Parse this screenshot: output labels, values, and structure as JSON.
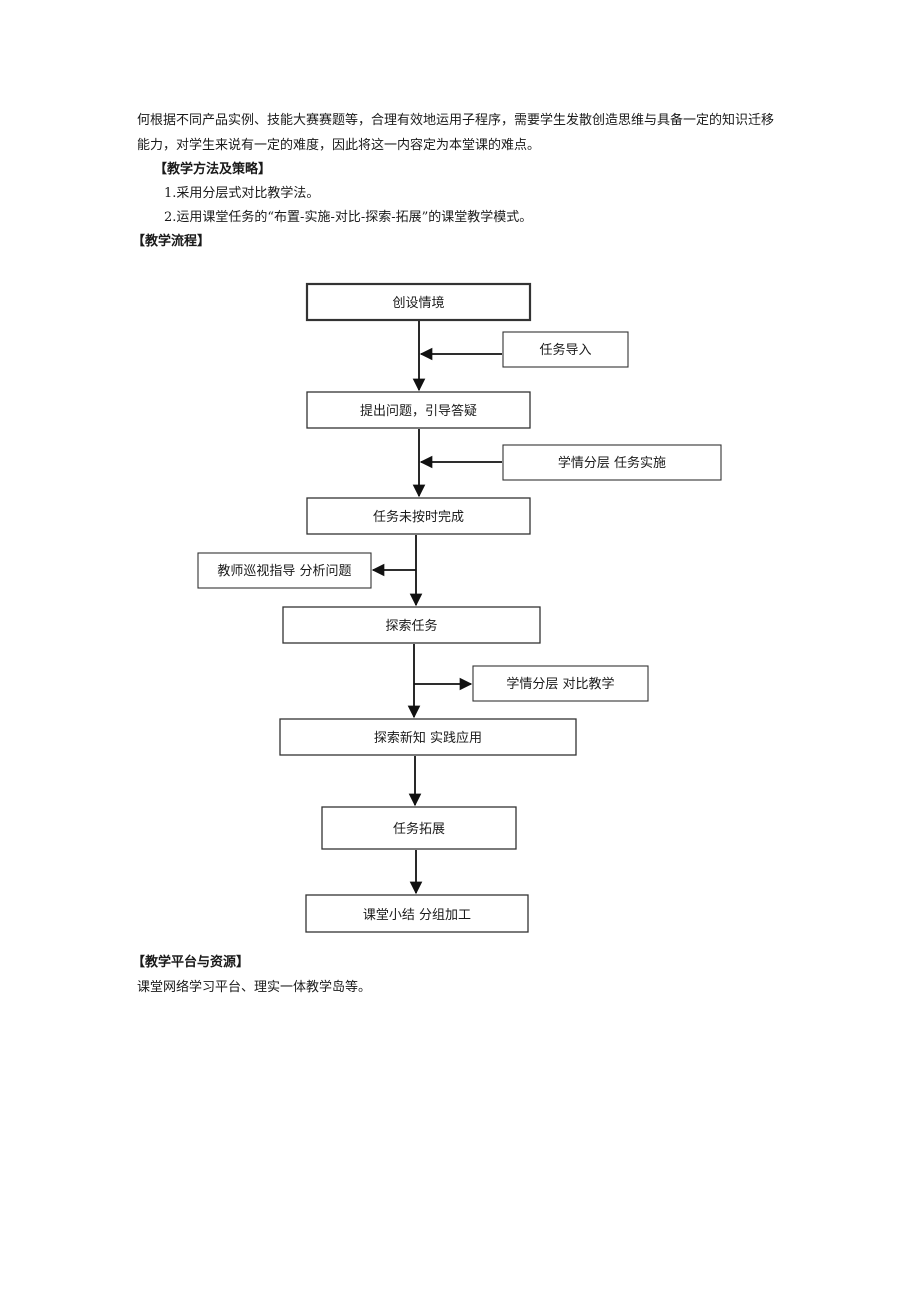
{
  "intro": {
    "line1": "何根据不同产品实例、技能大赛赛题等，合理有效地运用子程序，需要学生发散创造思维与具备一定的知识迁移",
    "line2": "能力，对学生来说有一定的难度，因此将这一内容定为本堂课的难点。"
  },
  "methods": {
    "heading": "【教学方法及策略】",
    "items": [
      "1.采用分层式对比教学法。",
      "2.运用课堂任务的“布置-实施-对比-探索-拓展”的课堂教学模式。"
    ]
  },
  "process": {
    "heading": "【教学流程】",
    "main_steps": [
      "创设情境",
      "提出问题，引导答疑",
      "任务未按时完成",
      "探索任务",
      "探索新知  实践应用",
      "任务拓展",
      "课堂小结  分组加工"
    ],
    "side_notes": [
      "任务导入",
      "学情分层    任务实施",
      "教师巡视指导  分析问题",
      "学情分层  对比教学"
    ]
  },
  "platform": {
    "heading": "【教学平台与资源】",
    "text": "课堂网络学习平台、理实一体教学岛等。"
  }
}
